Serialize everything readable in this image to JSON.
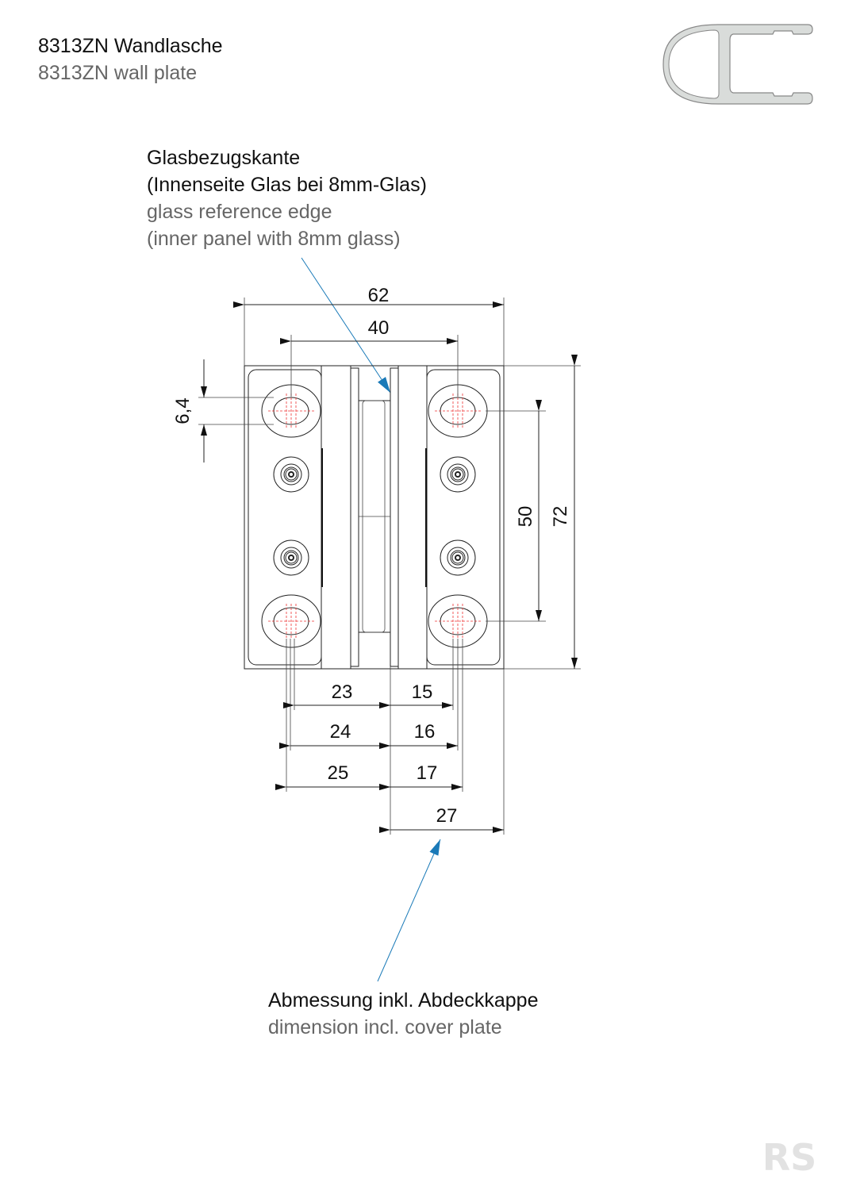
{
  "header": {
    "title_de": "8313ZN Wandlasche",
    "title_en": "8313ZN wall plate"
  },
  "callouts": {
    "glass_edge": {
      "de_line1": "Glasbezugskante",
      "de_line2": "(Innenseite Glas bei 8mm-Glas)",
      "en_line1": "glass reference edge",
      "en_line2": "(inner panel with 8mm glass)"
    },
    "cover_plate": {
      "de": "Abmessung inkl. Abdeckkappe",
      "en": "dimension incl. cover plate"
    }
  },
  "dimensions": {
    "overall_width": "62",
    "hole_spacing_horizontal": "40",
    "overall_height": "72",
    "hole_spacing_vertical": "50",
    "slot_width": "6,4",
    "left_row1": "23",
    "right_row1": "15",
    "left_row2": "24",
    "right_row2": "16",
    "left_row3": "25",
    "right_row3": "17",
    "cover_plate_width": "27"
  },
  "colors": {
    "leader_arrow": "#1a7ab8",
    "centerline": "#e33333",
    "profile_fill": "#d9dcda"
  },
  "logo": {
    "text": "RS"
  }
}
